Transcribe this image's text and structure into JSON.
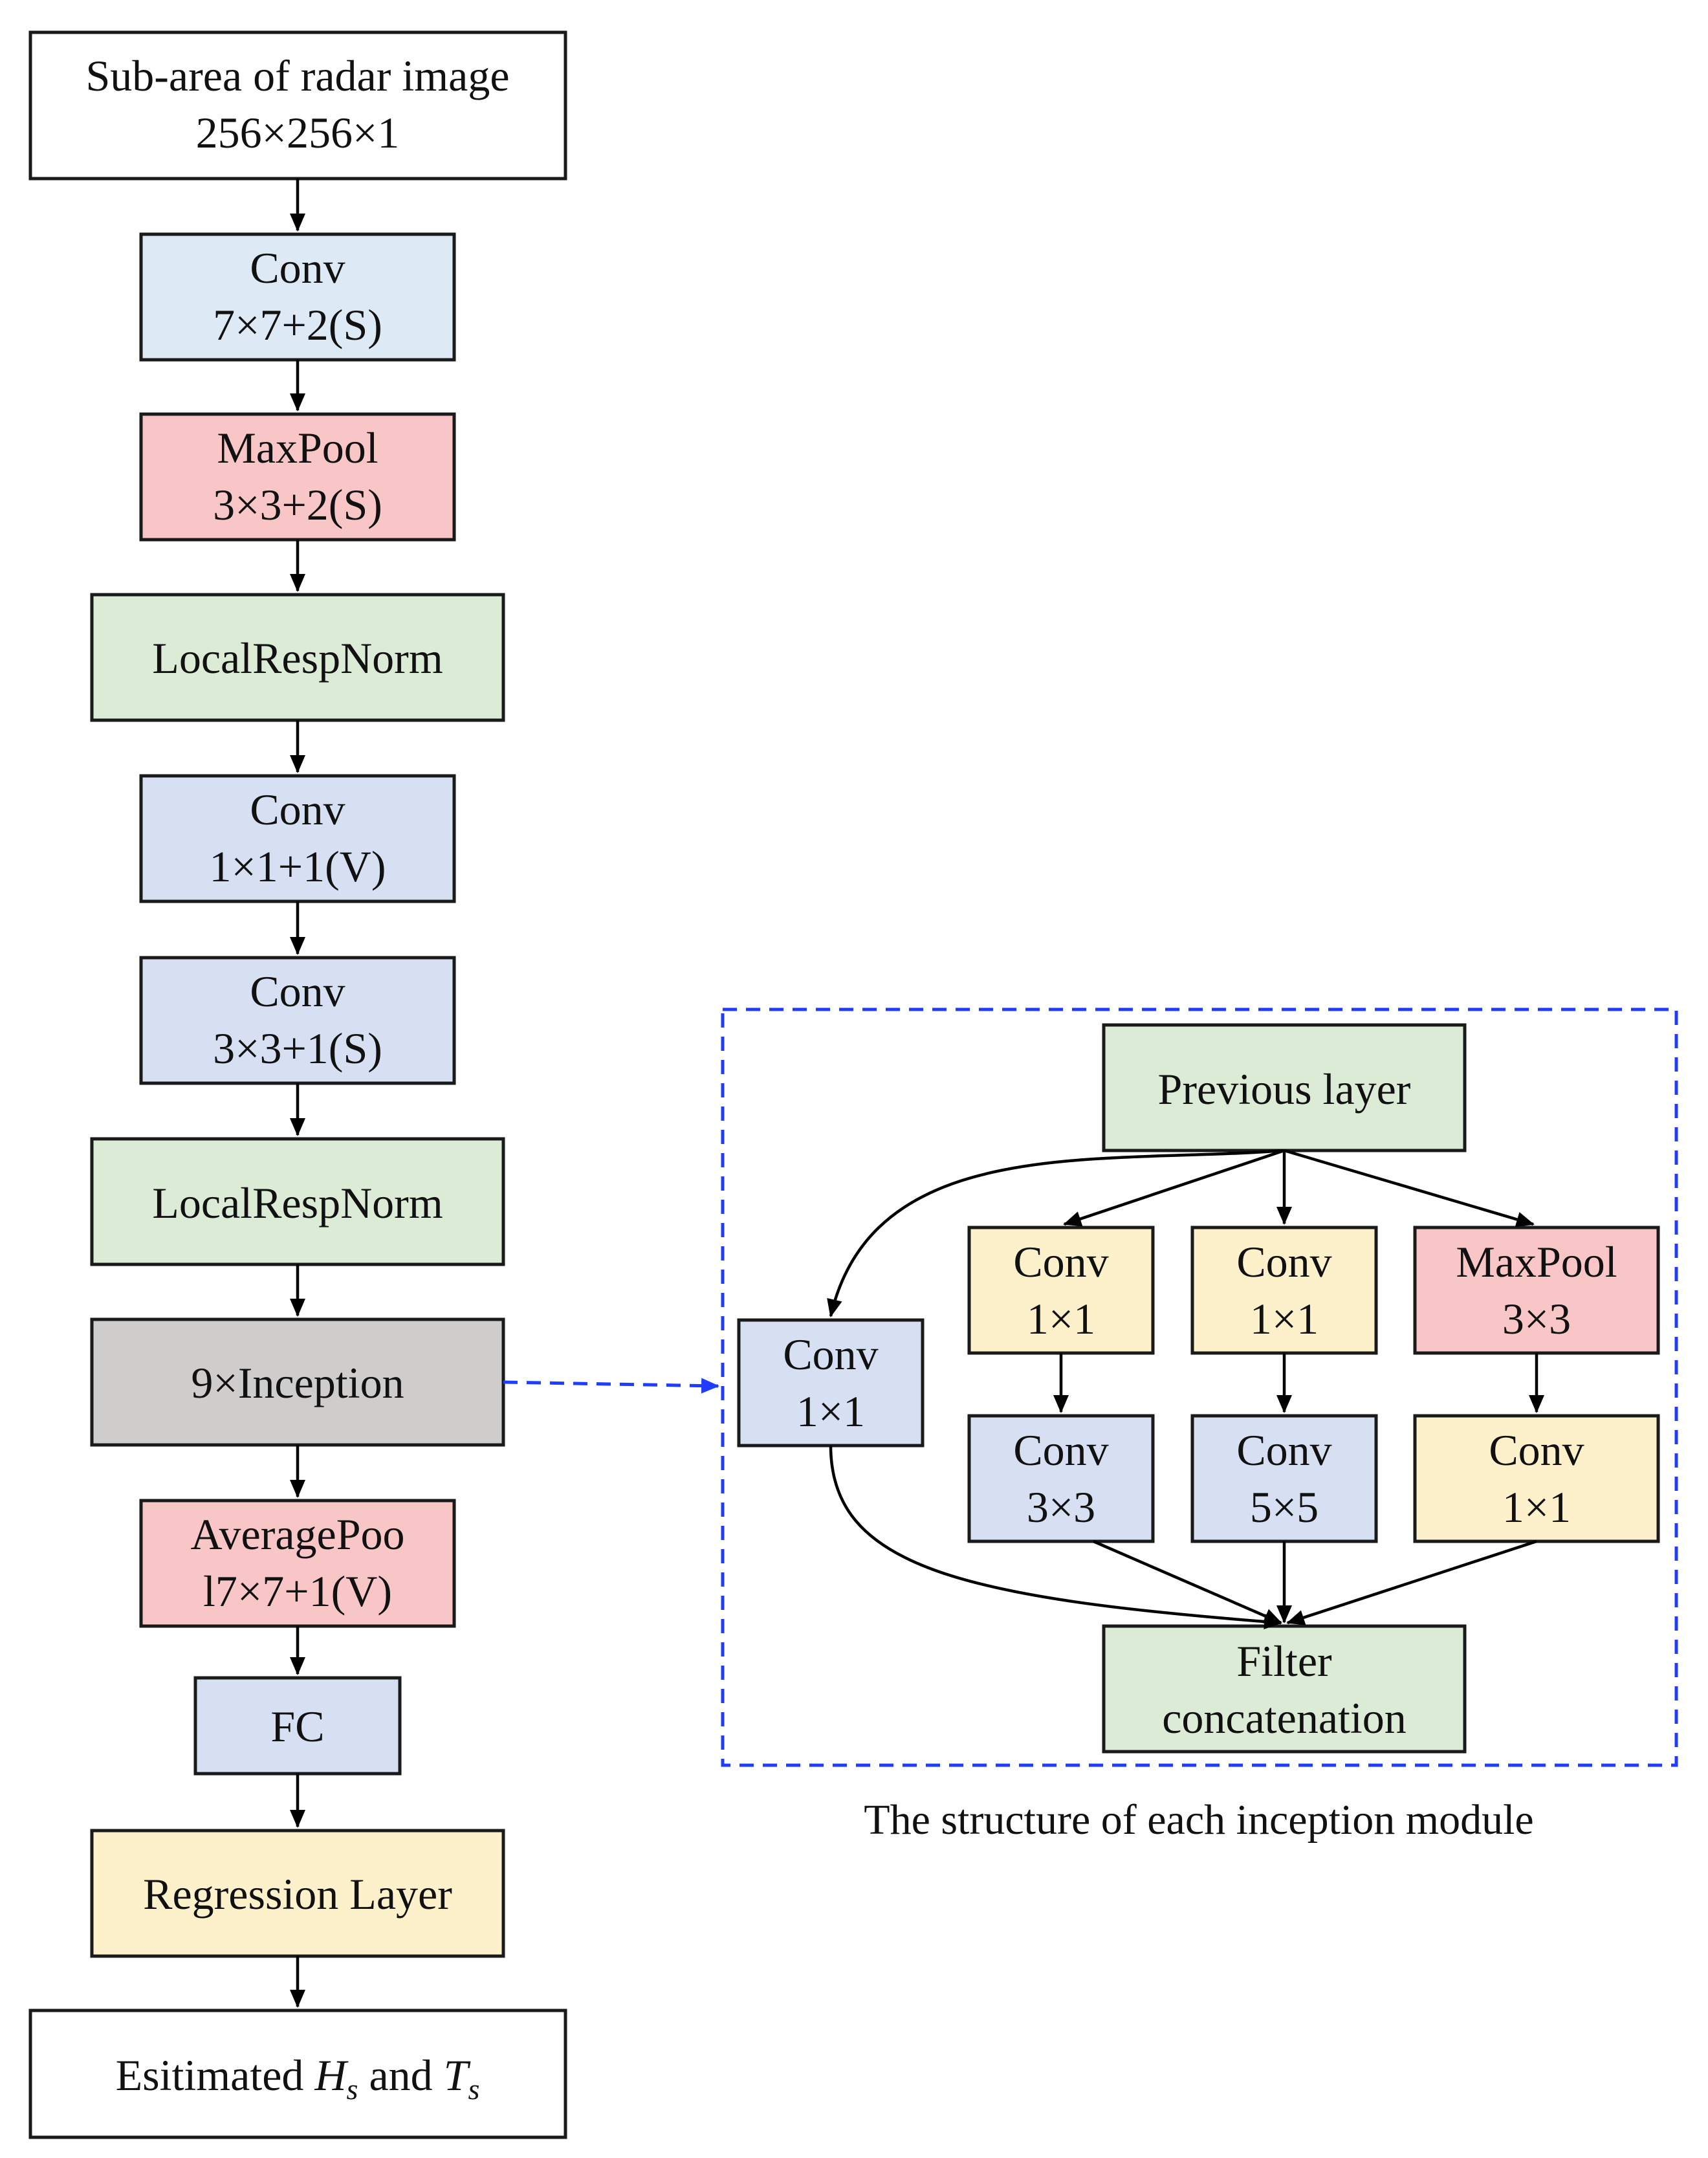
{
  "colors": {
    "white": "#ffffff",
    "blue": "#d6e0f2",
    "light_blue": "#dde9f5",
    "red": "#f8c6c6",
    "green": "#dcebd6",
    "gray": "#cfcccc",
    "yellow": "#fdf1cc",
    "dashed": "#1f3cff"
  },
  "main_flow": {
    "input": {
      "line1": "Sub-area of radar image",
      "line2": "256×256×1"
    },
    "conv1": {
      "line1": "Conv",
      "line2": "7×7+2(S)"
    },
    "maxpool1": {
      "line1": "MaxPool",
      "line2": "3×3+2(S)"
    },
    "lrn1": {
      "label": "LocalRespNorm"
    },
    "conv2": {
      "line1": "Conv",
      "line2": "1×1+1(V)"
    },
    "conv3": {
      "line1": "Conv",
      "line2": "3×3+1(S)"
    },
    "lrn2": {
      "label": "LocalRespNorm"
    },
    "inception": {
      "label": "9×Inception"
    },
    "avgpool": {
      "line1": "AveragePoo",
      "line2": "l7×7+1(V)"
    },
    "fc": {
      "label": "FC"
    },
    "regression": {
      "label": "Regression Layer"
    },
    "output": {
      "prefix": "Esitimated ",
      "h": "H",
      "sub1": "s",
      "and": " and ",
      "t": "T",
      "sub2": "s"
    }
  },
  "inception_module": {
    "caption": "The structure of each inception module",
    "previous": {
      "label": "Previous layer"
    },
    "conv1x1_left": {
      "line1": "Conv",
      "line2": "1×1"
    },
    "conv1x1_a": {
      "line1": "Conv",
      "line2": "1×1"
    },
    "conv1x1_b": {
      "line1": "Conv",
      "line2": "1×1"
    },
    "maxpool": {
      "line1": "MaxPool",
      "line2": "3×3"
    },
    "conv3x3": {
      "line1": "Conv",
      "line2": "3×3"
    },
    "conv5x5": {
      "line1": "Conv",
      "line2": "5×5"
    },
    "conv1x1_c": {
      "line1": "Conv",
      "line2": "1×1"
    },
    "concat": {
      "line1": "Filter",
      "line2": "concatenation"
    }
  }
}
